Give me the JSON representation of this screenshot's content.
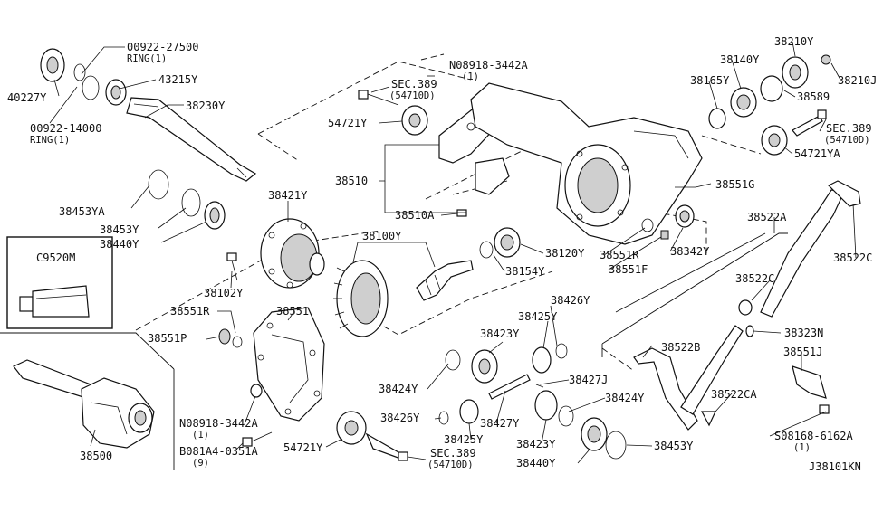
{
  "diagram_code": "J38101KN",
  "labels": {
    "p40227y": "40227Y",
    "p00922_27500": "00922-27500",
    "p00922_27500_sub": "RING(1)",
    "p43215y": "43215Y",
    "p00922_14000": "00922-14000",
    "p00922_14000_sub": "RING(1)",
    "p38230y": "38230Y",
    "p38453ya": "38453YA",
    "p38453y_left": "38453Y",
    "p38440y_left": "38440Y",
    "p38421y": "38421Y",
    "p38102y": "38102Y",
    "c9520m": "C9520M",
    "p38100y": "38100Y",
    "p38551r_left": "38551R",
    "p38551p": "38551P",
    "p38551": "38551",
    "p08918_bottom": "N08918-3442A",
    "p08918_bottom_sub": "(1)",
    "p081a4": "B081A4-0351A",
    "p081a4_sub": "(9)",
    "p38500": "38500",
    "p54721y_bottom": "54721Y",
    "sec389_bottom": "SEC.389",
    "sec389_bottom_sub": "(54710D)",
    "p08918_top": "N08918-3442A",
    "p08918_top_sub": "(1)",
    "sec389_top": "SEC.389",
    "sec389_top_sub": "(54710D)",
    "p54721y_top": "54721Y",
    "p38510": "38510",
    "p38510a": "38510A",
    "p38120y": "38120Y",
    "p38154y": "38154Y",
    "p38551r_right": "38551R",
    "p38551f": "38551F",
    "p38342y": "38342Y",
    "p38551g": "38551G",
    "p38165y": "38165Y",
    "p38140y": "38140Y",
    "p38210y": "38210Y",
    "p38210j": "38210J",
    "p38589": "38589",
    "sec389_right": "SEC.389",
    "sec389_right_sub": "(54710D)",
    "p54721ya": "54721YA",
    "p38522a": "38522A",
    "p38522c_right": "38522C",
    "p38522c_mid": "38522C",
    "p38323n": "38323N",
    "p38522b": "38522B",
    "p38522ca": "38522CA",
    "p38551j": "38551J",
    "p08168": "S08168-6162A",
    "p08168_sub": "(1)",
    "p38426y_top": "38426Y",
    "p38425y_top": "38425Y",
    "p38423y_top": "38423Y",
    "p38427j": "38427J",
    "p38424y_left": "38424Y",
    "p38424y_right": "38424Y",
    "p38426y_bottom": "38426Y",
    "p38427y": "38427Y",
    "p38425y_bottom": "38425Y",
    "p38423y_bottom": "38423Y",
    "p38440y_right": "38440Y",
    "p38453y_right": "38453Y"
  }
}
